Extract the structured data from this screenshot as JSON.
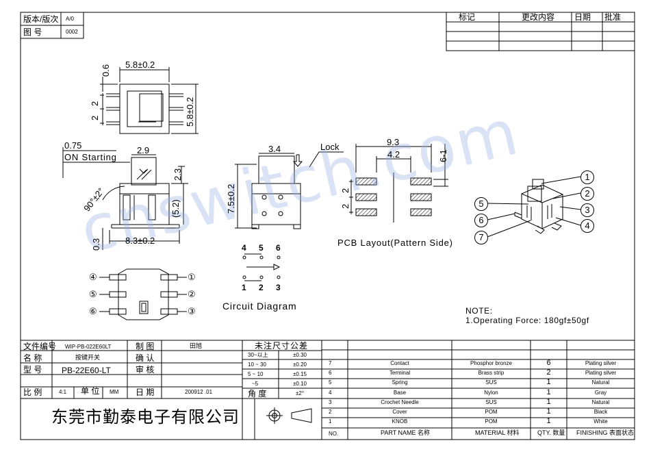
{
  "version_block": {
    "version_label": "版本/版次",
    "version_value": "A/0",
    "drawing_no_label": "图 号",
    "drawing_no_value": "0002"
  },
  "revision_block": {
    "headers": [
      "标记",
      "更改内容",
      "日期",
      "批准"
    ]
  },
  "dimensions": {
    "top_view": {
      "width": "5.8±0.2",
      "height": "5.8±0.2",
      "pin_offset": "0.6",
      "pitch_a": "2",
      "pitch_b": "2"
    },
    "side_view": {
      "top_offset": "0.75",
      "on_starting": "ON Starting",
      "knob_width": "2.9",
      "knob_height": "2.3",
      "body_height": "(5.2)",
      "angle": "90°±2°",
      "base_width": "8.3±0.2",
      "base_offset": "0.3"
    },
    "front_view": {
      "knob_width": "3.4",
      "height": "7.5±0.2",
      "lock_label": "Lock"
    },
    "pcb": {
      "outer_width": "9.3",
      "inner_width": "4.2",
      "pad_height": "6-1",
      "pitch_a": "2",
      "pitch_b": "2",
      "caption": "PCB Layout(Pattern Side)"
    }
  },
  "circuit": {
    "top_pins": [
      "4",
      "5",
      "6"
    ],
    "bottom_pins": [
      "1",
      "2",
      "3"
    ],
    "caption": "Circuit Diagram"
  },
  "pin_callouts": {
    "left": [
      "④",
      "⑤",
      "⑥"
    ],
    "right": [
      "①",
      "②",
      "③"
    ]
  },
  "part_callouts": [
    "1",
    "2",
    "3",
    "4",
    "5",
    "6",
    "7"
  ],
  "note": {
    "title": "NOTE:",
    "line1": "1.Operating Force: 180gf±50gf"
  },
  "watermark": "cnswitch.com",
  "title_block": {
    "file_no_label": "文件编号",
    "file_no_value": "WIP-PB-022E60LT",
    "name_label": "名 称",
    "name_value": "按键开关",
    "model_label": "型 号",
    "model_value": "PB-22E60-LT",
    "scale_label": "比 例",
    "scale_value": "4:1",
    "unit_label": "单 位",
    "unit_value": "MM",
    "draw_label": "制 图",
    "draw_value": "田旭",
    "check_label": "确 认",
    "audit_label": "审 核",
    "date_label": "日 期",
    "date_value": "200912 .01",
    "company": "东莞市勤泰电子有限公司"
  },
  "tolerance": {
    "title": "未注尺寸公差",
    "rows": [
      {
        "range": "30~以上",
        "value": "±0.30"
      },
      {
        "range": "10 ~ 30",
        "value": "±0.20"
      },
      {
        "range": "5 ~ 10",
        "value": "±0.15"
      },
      {
        "range": "~5",
        "value": "±0.10"
      }
    ],
    "angle_label": "角 度",
    "angle_value": "±2°"
  },
  "bom": {
    "rows": [
      {
        "no": "7",
        "part": "Contact",
        "material": "Phosphor bronze",
        "qty": "6",
        "finish": "Plating silver"
      },
      {
        "no": "6",
        "part": "Terminal",
        "material": "Brass strip",
        "qty": "2",
        "finish": "Plating silver"
      },
      {
        "no": "5",
        "part": "Spring",
        "material": "SUS",
        "qty": "1",
        "finish": "Natural"
      },
      {
        "no": "4",
        "part": "Base",
        "material": "Nylon",
        "qty": "1",
        "finish": "Gray"
      },
      {
        "no": "3",
        "part": "Crochet Needle",
        "material": "SUS",
        "qty": "1",
        "finish": "Natural"
      },
      {
        "no": "2",
        "part": "Cover",
        "material": "POM",
        "qty": "1",
        "finish": "Black"
      },
      {
        "no": "1",
        "part": "KNOB",
        "material": "POM",
        "qty": "1",
        "finish": "White"
      }
    ],
    "header": {
      "no": "NO.",
      "part": "PART NAME 名称",
      "material": "MATERIAL 材料",
      "qty": "QTY. 数量",
      "finish": "FINISHING 表面状态"
    }
  }
}
